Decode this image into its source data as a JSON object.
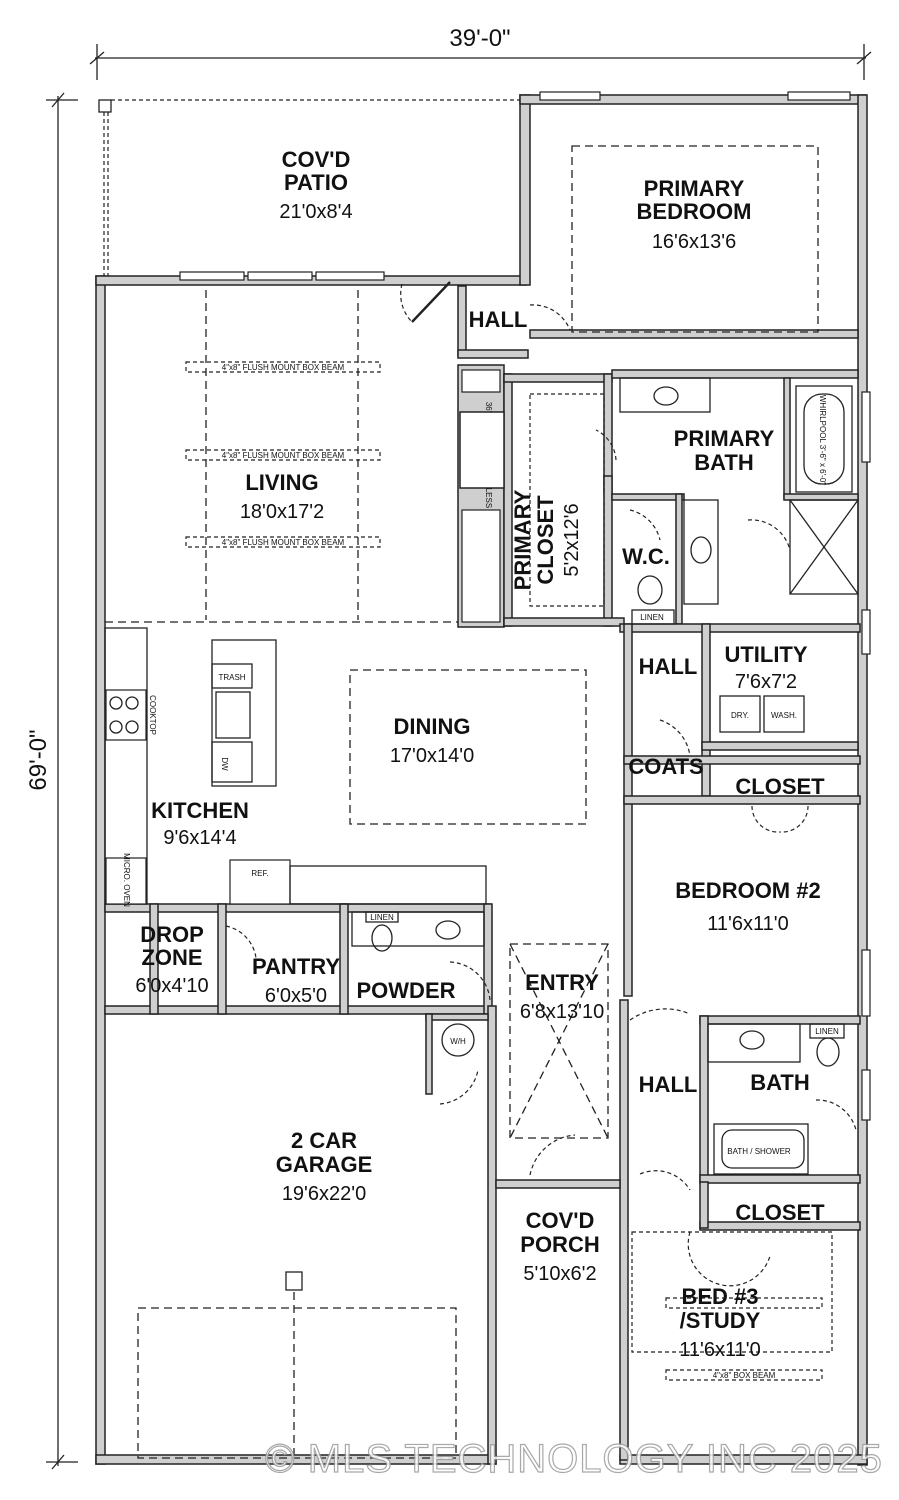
{
  "dimensions": {
    "width_label": "39'-0\"",
    "depth_label": "69'-0\""
  },
  "rooms": {
    "patio": {
      "name_line1": "COV'D",
      "name_line2": "PATIO",
      "size": "21'0x8'4"
    },
    "primary_bedroom": {
      "name_line1": "PRIMARY",
      "name_line2": "BEDROOM",
      "size": "16'6x13'6"
    },
    "hall_top": {
      "name": "HALL"
    },
    "living": {
      "name": "LIVING",
      "size": "18'0x17'2"
    },
    "primary_closet": {
      "name_line1": "PRIMARY",
      "name_line2": "CLOSET",
      "size": "5'2x12'6"
    },
    "primary_bath": {
      "name_line1": "PRIMARY",
      "name_line2": "BATH"
    },
    "wc": {
      "name": "W.C."
    },
    "hall_mid": {
      "name": "HALL"
    },
    "utility": {
      "name": "UTILITY",
      "size": "7'6x7'2"
    },
    "coats": {
      "name": "COATS"
    },
    "closet_bed2": {
      "name": "CLOSET"
    },
    "dining": {
      "name": "DINING",
      "size": "17'0x14'0"
    },
    "kitchen": {
      "name": "KITCHEN",
      "size": "9'6x14'4"
    },
    "bedroom2": {
      "name": "BEDROOM #2",
      "size": "11'6x11'0"
    },
    "drop_zone": {
      "name_line1": "DROP",
      "name_line2": "ZONE",
      "size": "6'0x4'10"
    },
    "pantry": {
      "name": "PANTRY",
      "size": "6'0x5'0"
    },
    "powder": {
      "name": "POWDER"
    },
    "entry": {
      "name": "ENTRY",
      "size": "6'8x13'10"
    },
    "hall_low": {
      "name": "HALL"
    },
    "bath": {
      "name": "BATH"
    },
    "garage": {
      "name_line1": "2 CAR",
      "name_line2": "GARAGE",
      "size": "19'6x22'0"
    },
    "porch": {
      "name_line1": "COV'D",
      "name_line2": "PORCH",
      "size": "5'10x6'2"
    },
    "closet_bed3": {
      "name": "CLOSET"
    },
    "bed3": {
      "name_line1": "BED #3",
      "name_line2": "/STUDY",
      "size": "11'6x11'0"
    }
  },
  "fixtures": {
    "beam": "4\"x8\" FLUSH MOUNT BOX BEAM",
    "beam_bed3": "4\"x8\" BOX BEAM",
    "fireplace": "36\" P.F. PRE-FAB FLUELESS",
    "whirlpool": "WHIRLPOOL 3'-6\" x 6'-0\"",
    "trash": "TRASH",
    "dw": "DW",
    "cooktop": "COOKTOP",
    "micro_oven": "MICRO. OVEN",
    "ref": "REF.",
    "linen": "LINEN",
    "dry": "DRY.",
    "wash": "WASH.",
    "wh": "W/H",
    "bath_shower": "BATH / SHOWER"
  },
  "watermark": "© MLS TECHNOLOGY INC 2025"
}
